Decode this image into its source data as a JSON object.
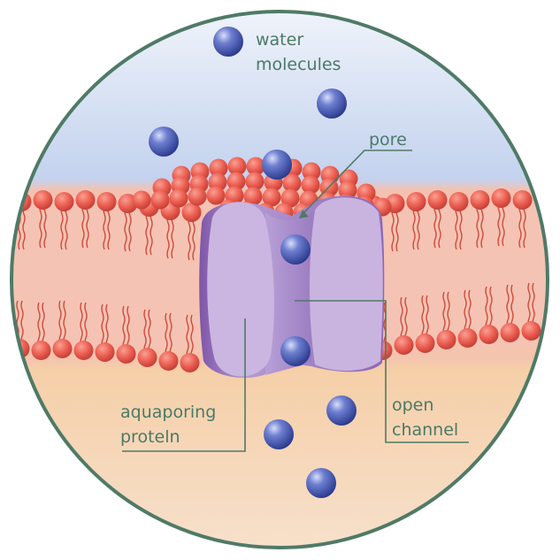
{
  "labels": {
    "water_line1": "water",
    "water_line2": "molecules",
    "pore": "pore",
    "aquaporin_line1": "aquaporing",
    "aquaporin_line2": "proteln",
    "open_line1": "open",
    "open_line2": "channel"
  },
  "colors": {
    "border": "#4f7a66",
    "label": "#4a7a68",
    "lipid_head": "#ea5a50",
    "membrane": "#f4bfae",
    "protein": "#c9b3dd",
    "protein_dark": "#8a62b0",
    "water_molecule": "#3d4fa6",
    "top_fluid": "#c8d6ef",
    "bottom_fluid": "#f5cfa8"
  },
  "icons": {
    "water_molecule": "blue-sphere",
    "lipid": "head-with-wavy-tails",
    "protein": "aquaporin-channel"
  }
}
